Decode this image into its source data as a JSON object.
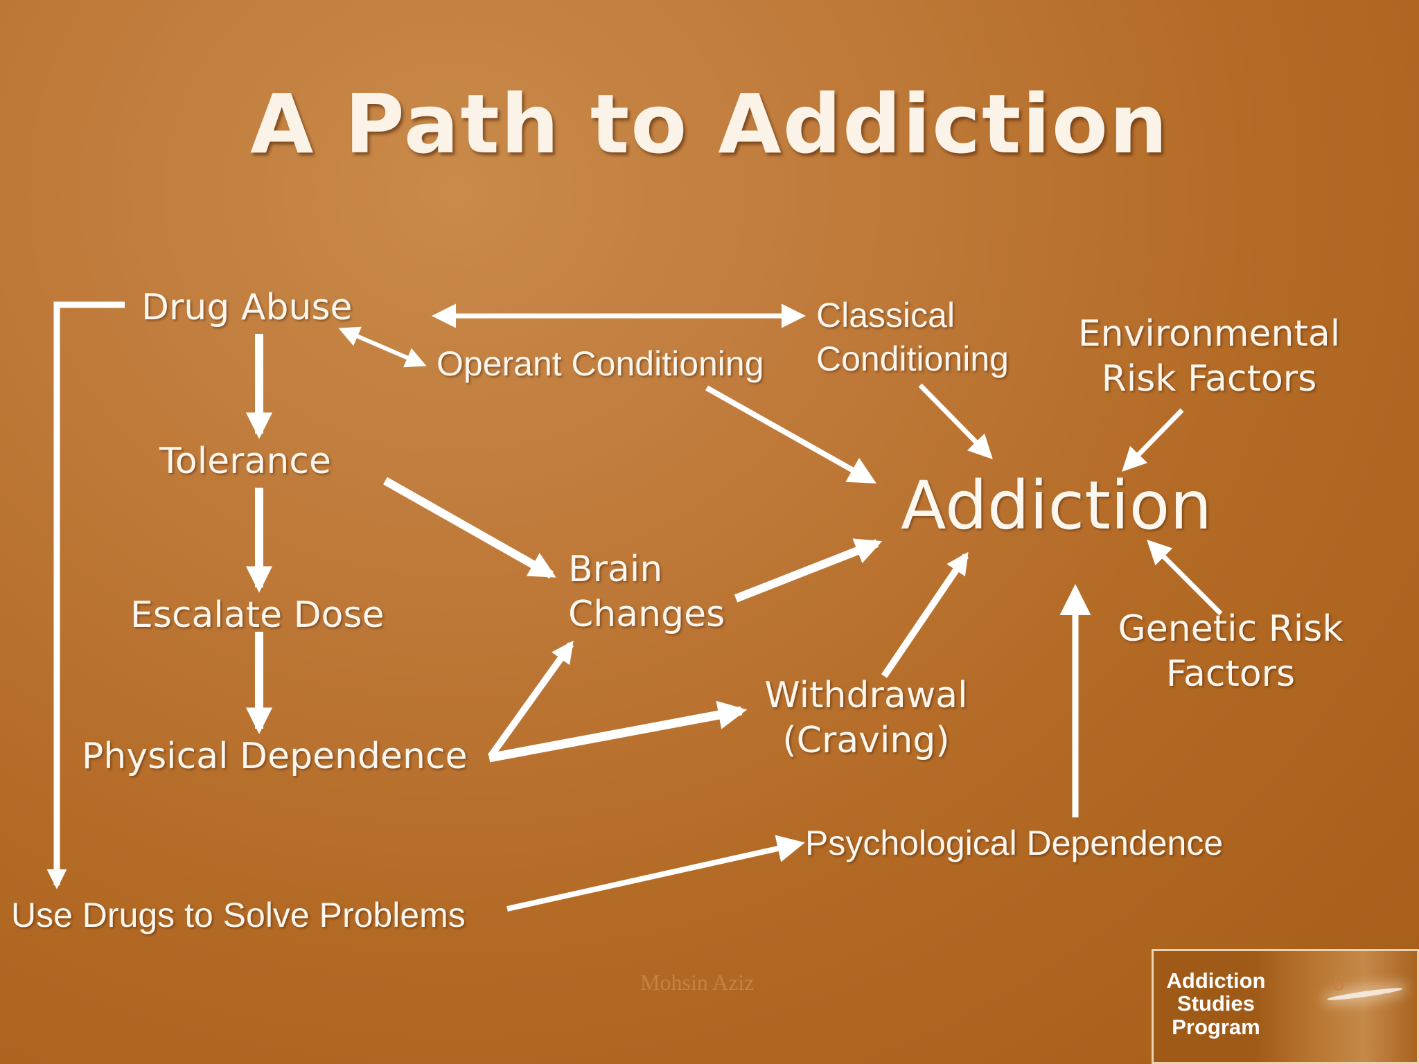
{
  "slide": {
    "title": "A Path to Addiction",
    "author": "Mohsin Aziz",
    "page_number": "8"
  },
  "nodes": {
    "drug_abuse": "Drug Abuse",
    "tolerance": "Tolerance",
    "escalate_dose": "Escalate Dose",
    "physical_dependence": "Physical Dependence",
    "use_drugs": "Use Drugs to Solve Problems",
    "operant_conditioning": "Operant Conditioning",
    "classical_conditioning": [
      "Classical",
      "Conditioning"
    ],
    "environmental_risk": [
      "Environmental",
      "Risk Factors"
    ],
    "addiction": "Addiction",
    "brain_changes": [
      "Brain",
      "Changes"
    ],
    "withdrawal": [
      "Withdrawal",
      "(Craving)"
    ],
    "genetic_risk": [
      "Genetic Risk",
      "Factors"
    ],
    "psychological_dependence": "Psychological Dependence"
  },
  "logo": {
    "lines": [
      "Addiction",
      "Studies",
      "Program"
    ]
  },
  "colors": {
    "background": "#b36a25",
    "text": "#fbf6ee",
    "arrow": "#ffffff"
  }
}
